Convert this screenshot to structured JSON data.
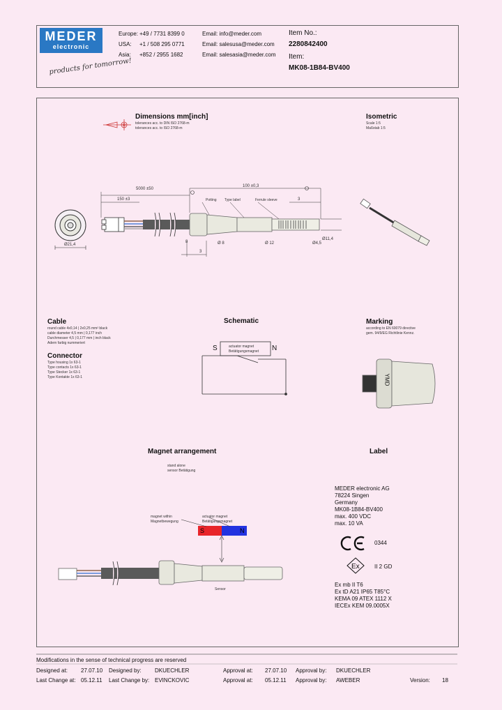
{
  "header": {
    "logo_main": "MEDER",
    "logo_sub": "electronic",
    "tagline": "products for tomorrow!",
    "contacts": [
      {
        "region": "Europe:",
        "phone": "+49 / 7731 8399 0",
        "email": "Email: info@meder.com"
      },
      {
        "region": "USA:",
        "phone": "+1 / 508 295 0771",
        "email": "Email: salesusa@meder.com"
      },
      {
        "region": "Asia:",
        "phone": "+852 / 2955 1682",
        "email": "Email: salesasia@meder.com"
      }
    ],
    "item_no_label": "Item No.:",
    "item_no": "2280842400",
    "item_label": "Item:",
    "item": "MK08-1B84-BV400"
  },
  "dimensions": {
    "title": "Dimensions mm[inch]",
    "sub1": "tolerances acc. to DIN ISO 2768-m",
    "sub2": "tolerances acc. to ISO 2768-m",
    "dim_5000": "5000 ±50",
    "dim_150": "150 ±3",
    "dim_100": "100 ±0,3",
    "dim_3": "3",
    "dim_d214": "Ø21,4",
    "lbl_potting": "Potting",
    "lbl_typelabel": "Type label",
    "lbl_ferrule": "Ferrule sleeve",
    "dim_8": "8",
    "dim_h3": "3",
    "dim_d8": "Ø 8",
    "dim_d12": "Ø 12",
    "dim_d45": "Ø4,5",
    "dim_d114": "Ø11,4"
  },
  "isometric": {
    "title": "Isometric",
    "scale": "Scale 1:5",
    "scale2": "Maßstab 1:5"
  },
  "cable": {
    "title": "Cable",
    "lines": [
      "round cable 4x0,14 | 2x0,25 mm² black",
      "cable diameter 4,5 mm | 0,177 inch",
      "Durchmesser 4,5 | 0,177 mm | inch black",
      "Adern farbig nummeriert"
    ]
  },
  "connector": {
    "title": "Connector",
    "lines": [
      "Type housing 1x 63-1",
      "Type contacts 1x 63-1",
      "Type Stecker 1x 63-1",
      "Type Kontakte 1x 63-1"
    ]
  },
  "schematic": {
    "title": "Schematic",
    "s": "S",
    "n": "N",
    "note1": "actuator magnet",
    "note2": "Betätigungsmagnet"
  },
  "marking": {
    "title": "Marking",
    "line1": "according to EN 60079 directive",
    "line2": "gem. 94/9/EG Richtlinie Kennz.",
    "stamp": "YMD"
  },
  "magnet": {
    "title": "Magnet arrangement",
    "sub1": "stand alone",
    "sub2": "sensor Betätigung",
    "note1": "magnet within",
    "note2": "Magnetbewegung",
    "note3": "actuator magnet",
    "note4": "Betätigungsmagnet",
    "s": "S",
    "n": "N",
    "sensor": "Sensor"
  },
  "label": {
    "title": "Label",
    "lines_top": [
      "MEDER electronic AG",
      "78224 Singen",
      "Germany",
      "MK08-1B84-BV400",
      "max. 400 VDC",
      "max. 10 VA"
    ],
    "ce_num": "0344",
    "ex_cat": "II 2 GD",
    "lines_bottom": [
      "Ex mb II T6",
      "Ex tD A21 IP65 T85°C",
      "KEMA 09 ATEX 1112 X",
      "IECEx KEM 09.0005X"
    ]
  },
  "footer": {
    "notice": "Modifications in the sense of technical progress are reserved",
    "rows": [
      {
        "c1l": "Designed at:",
        "c1v": "27.07.10",
        "c2l": "Designed by:",
        "c2v": "DKUECHLER",
        "c3l": "Approval at:",
        "c3v": "27.07.10",
        "c4l": "Approval by:",
        "c4v": "DKUECHLER",
        "c5l": "",
        "c5v": ""
      },
      {
        "c1l": "Last Change at:",
        "c1v": "05.12.11",
        "c2l": "Last Change by:",
        "c2v": "EVINCKOVIC",
        "c3l": "Approval at:",
        "c3v": "05.12.11",
        "c4l": "Approval by:",
        "c4v": "AWEBER",
        "c5l": "Version:",
        "c5v": "18"
      }
    ]
  }
}
